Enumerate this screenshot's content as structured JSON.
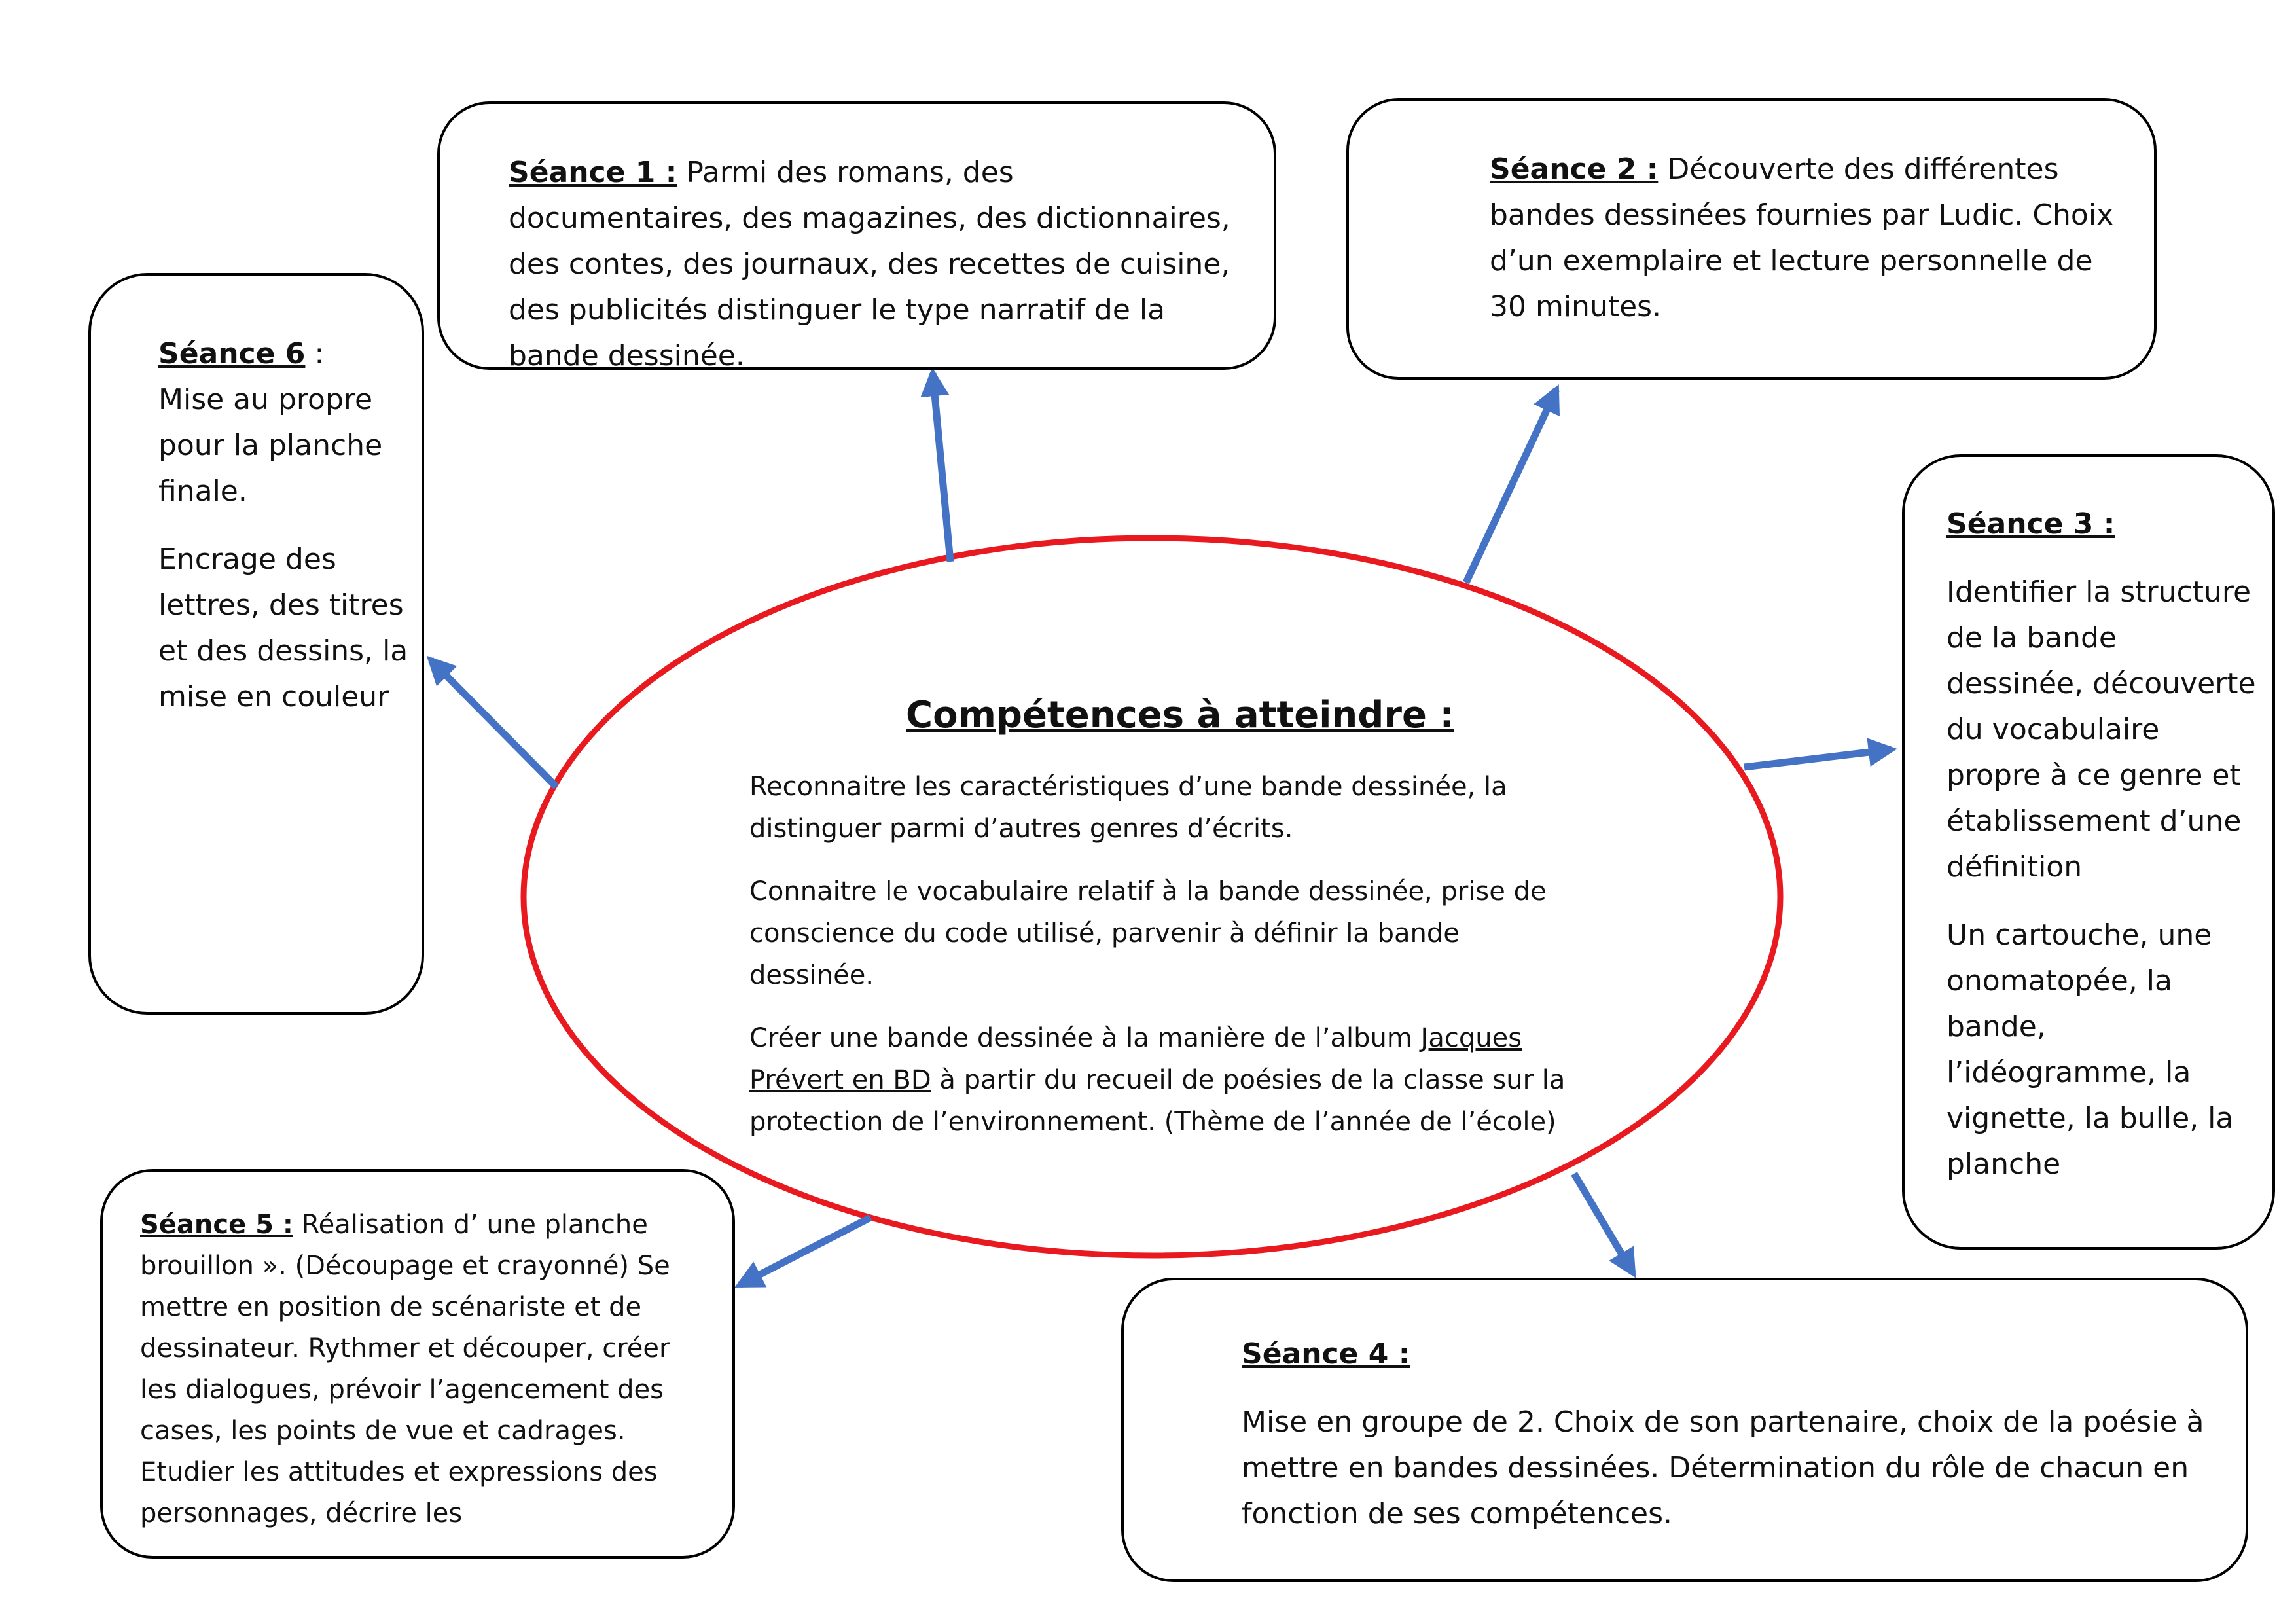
{
  "center": {
    "title": "Compétences à atteindre :",
    "p1": "Reconnaitre les caractéristiques d’une bande dessinée, la distinguer parmi d’autres genres d’écrits.",
    "p2": "Connaitre le vocabulaire relatif à la bande dessinée, prise de conscience du code utilisé, parvenir à définir la bande dessinée.",
    "p3_pre": "Créer une bande dessinée à la manière de l’album ",
    "p3_title": "Jacques Prévert en BD",
    "p3_post": " à partir du recueil de poésies de la classe sur la protection de l’environnement. (Thème de l’année de l’école)"
  },
  "seance1": {
    "label": "Séance 1 :",
    "text": " Parmi des romans, des documentaires, des magazines, des dictionnaires, des contes, des journaux, des recettes de cuisine, des publicités distinguer le type narratif de la bande dessinée."
  },
  "seance2": {
    "label": "Séance 2 :",
    "text": " Découverte des différentes bandes dessinées fournies par Ludic. Choix d’un exemplaire et lecture personnelle de 30 minutes."
  },
  "seance3": {
    "label": "Séance 3 :",
    "p1": "Identifier la structure de la bande dessinée, découverte du vocabulaire propre à ce genre et établissement d’une définition",
    "p2": "Un cartouche, une onomatopée, la bande, l’idéogramme, la vignette, la bulle, la planche"
  },
  "seance4": {
    "label": "Séance 4 :",
    "text": "Mise en groupe de 2. Choix de son partenaire, choix de la poésie à mettre en bandes dessinées. Détermination du rôle de chacun en fonction de ses compétences."
  },
  "seance5": {
    "label": "Séance 5 :",
    "text": " Réalisation d’ une planche  brouillon ». (Découpage et crayonné) Se mettre en position de scénariste et de dessinateur. Rythmer et découper, créer les dialogues, prévoir l’agencement des cases, les points de vue et cadrages. Etudier les attitudes et expressions des personnages, décrire les"
  },
  "seance6": {
    "label": "Séance 6",
    "colon": " :",
    "p1": "Mise au propre pour la planche finale.",
    "p2": "Encrage des lettres, des titres et des dessins, la mise en couleur"
  },
  "colors": {
    "ellipse": "#e8191f",
    "arrow": "#4472c4",
    "border": "#000000"
  }
}
